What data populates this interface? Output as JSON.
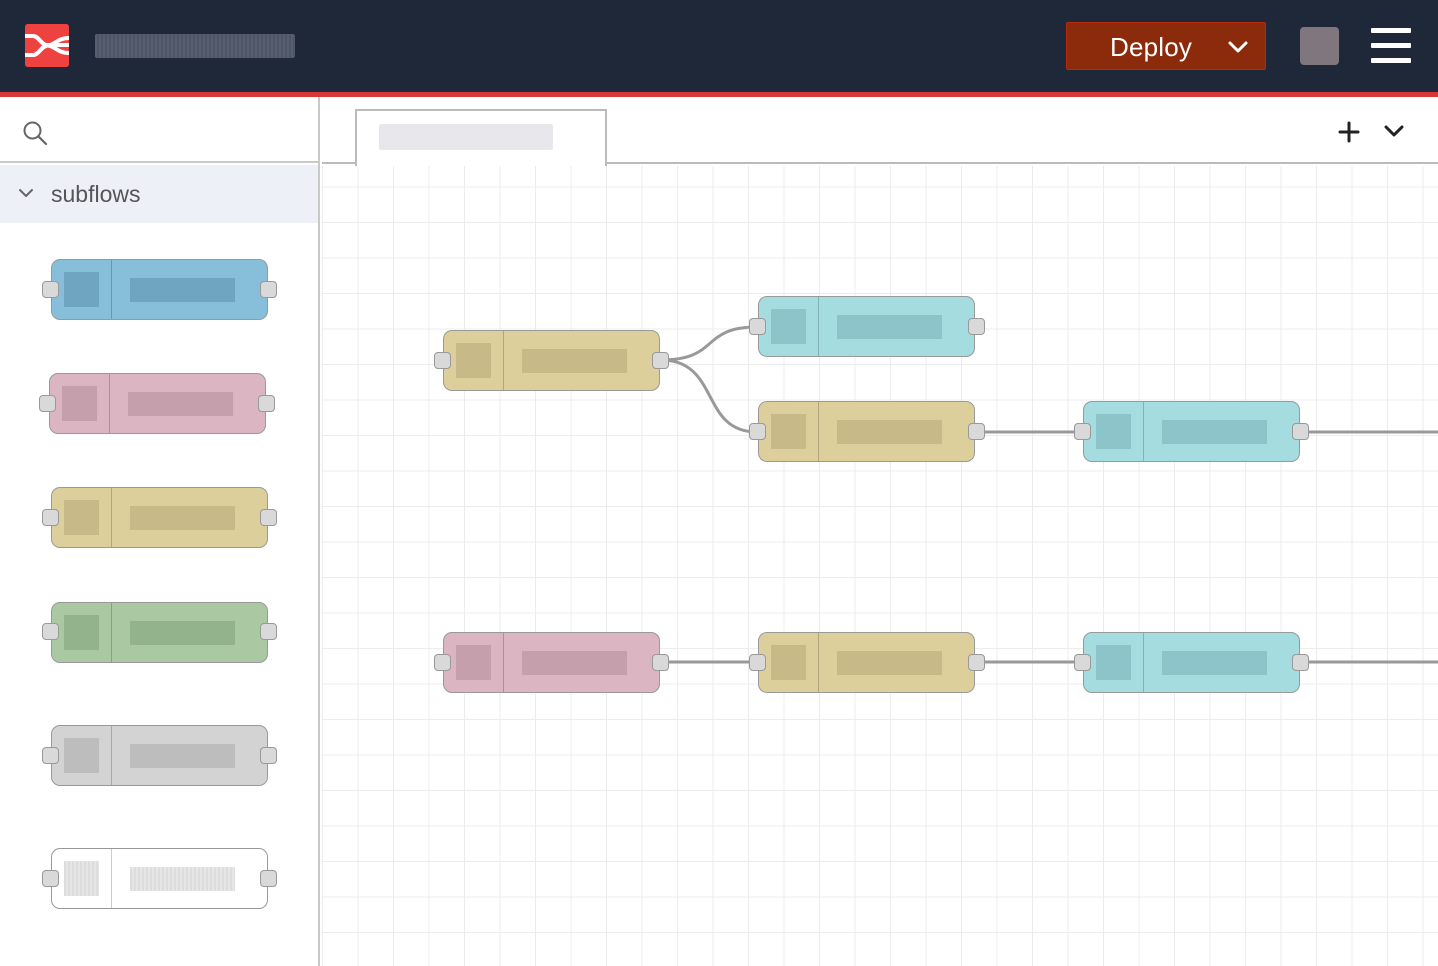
{
  "header": {
    "logo_icon": "node-red-logo-icon",
    "deploy_label": "Deploy",
    "deploy_chevron_icon": "chevron-down-icon",
    "menu_icon": "hamburger-menu-icon",
    "colors": {
      "bar": "#1f2839",
      "accent": "#d7363a",
      "deploy": "#8c2b0b"
    }
  },
  "sidebar": {
    "search_icon": "search-icon",
    "search_placeholder": "",
    "category": {
      "label": "subflows",
      "chevron_icon": "chevron-down-icon"
    },
    "palette_nodes": [
      {
        "color": "blue"
      },
      {
        "color": "pink"
      },
      {
        "color": "tan"
      },
      {
        "color": "green"
      },
      {
        "color": "grey"
      },
      {
        "color": "white"
      }
    ]
  },
  "workspace": {
    "tab_add_icon": "plus-icon",
    "tab_menu_icon": "chevron-down-icon",
    "flow_nodes": [
      {
        "id": "n1",
        "color": "tan"
      },
      {
        "id": "n2",
        "color": "cyan"
      },
      {
        "id": "n3",
        "color": "tan"
      },
      {
        "id": "n4",
        "color": "cyan"
      },
      {
        "id": "n5",
        "color": "pink"
      },
      {
        "id": "n6",
        "color": "tan"
      },
      {
        "id": "n7",
        "color": "cyan"
      }
    ],
    "wires": [
      {
        "from": "n1",
        "to": "n2"
      },
      {
        "from": "n1",
        "to": "n3"
      },
      {
        "from": "n3",
        "to": "n4"
      },
      {
        "from": "n4",
        "to": "offscreen"
      },
      {
        "from": "n5",
        "to": "n6"
      },
      {
        "from": "n6",
        "to": "n7"
      },
      {
        "from": "n7",
        "to": "offscreen"
      }
    ]
  }
}
